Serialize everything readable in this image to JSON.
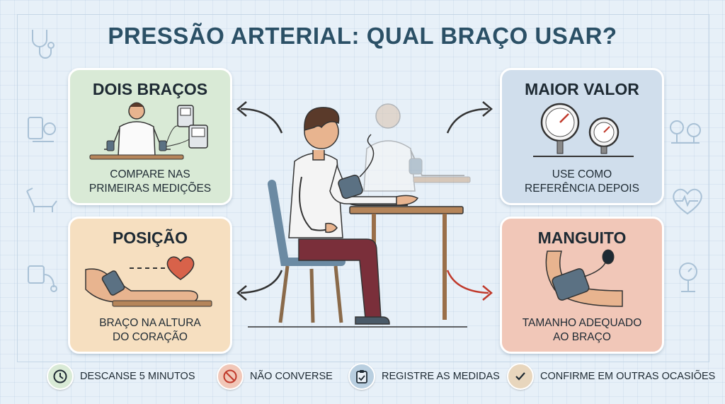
{
  "title": "PRESSÃO ARTERIAL: QUAL BRAÇO USAR?",
  "cards": {
    "two_arms": {
      "title": "DOIS BRAÇOS",
      "text": "COMPARE NAS\nPRIMEIRAS MEDIÇÕES",
      "color": "#d9ead6"
    },
    "position": {
      "title": "POSIÇÃO",
      "text": "BRAÇO NA ALTURA\nDO CORAÇÃO",
      "color": "#f6dfc0"
    },
    "higher_value": {
      "title": "MAIOR VALOR",
      "text": "USE COMO\nREFERÊNCIA DEPOIS",
      "color": "#d0deec"
    },
    "cuff": {
      "title": "MANGUITO",
      "text": "TAMANHO ADEQUADO\nAO BRAÇO",
      "color": "#f1c7b8"
    }
  },
  "footer": [
    {
      "label": "DESCANSE 5 MINUTOS",
      "icon": "clock-icon",
      "color": "#d9ead6"
    },
    {
      "label": "NÃO CONVERSE",
      "icon": "no-sign-icon",
      "color": "#f1c7b8"
    },
    {
      "label": "REGISTRE AS MEDIDAS",
      "icon": "clipboard-icon",
      "color": "#b9cfe0"
    },
    {
      "label": "CONFIRME EM OUTRAS OCASIÕES",
      "icon": "check-icon",
      "color": "#e8d6bd"
    }
  ],
  "colors": {
    "title": "#2b5066",
    "background": "#e7f0f8",
    "cuff": "#5b7183",
    "shirt": "#f2f2f2",
    "pants": "#7a2f3a",
    "chair": "#6b8aa3",
    "heart": "#d8624a"
  }
}
